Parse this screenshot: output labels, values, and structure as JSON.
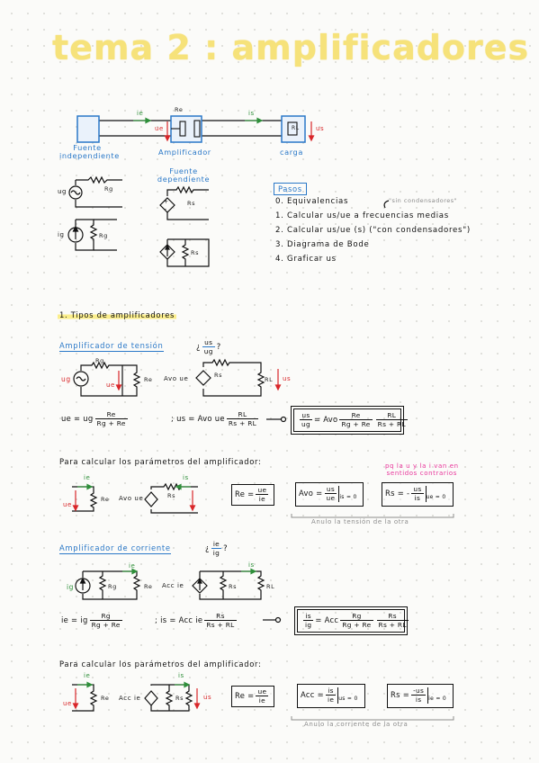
{
  "title": "tema 2 : amplificadores",
  "top_diagram": {
    "source_label": "Fuente independiente",
    "amp_label": "Amplificador",
    "load_label": "carga",
    "ie": "ie",
    "is": "is",
    "re": "Re",
    "rl": "RL",
    "ue": "ue",
    "us": "us",
    "dep_source_label": "Fuente dependiente",
    "rg": "Rg",
    "ug": "ug",
    "ig": "ig",
    "rs": "Rs"
  },
  "pasos": {
    "heading": "Pasos",
    "note_top": "\"sin condensadores\"",
    "steps": [
      "0. Equivalencias",
      "1. Calcular us/ue a frecuencias medias",
      "2. Calcular us/ue (s)  (\"con condensadores\")",
      "3. Diagrama de Bode",
      "4. Graficar us"
    ]
  },
  "section1": {
    "heading": "1. Tipos de amplificadores",
    "tension": {
      "heading": "Amplificador de tensión",
      "ratio_q": "¿ us/ug ?",
      "ratio_n": "us",
      "ratio_d": "ug",
      "avo": "Avo ue",
      "f1_lhs": "ue = ug",
      "f1_n": "Re",
      "f1_d": "Rg + Re",
      "f2_lhs": "; us = Avo ue",
      "f2_n": "RL",
      "f2_d": "Rs + RL",
      "result_lhs_n": "us",
      "result_lhs_d": "ug",
      "result_mid": "= Avo",
      "result_n1": "Re",
      "result_d1": "Rg + Re",
      "result_n2": "RL",
      "result_d2": "Rs + RL",
      "params_heading": "Para calcular los parámetros del amplificador:",
      "pink_note_1": "pq la u y la i van en",
      "pink_note_2": "sentidos contrarios",
      "p1": "Re =",
      "p1_n": "ue",
      "p1_d": "ie",
      "p2": "Avo =",
      "p2_n": "us",
      "p2_d": "ue",
      "p2_cond": "is = 0",
      "p3": "Rs = -",
      "p3_n": "us",
      "p3_d": "is",
      "p3_cond": "ue = 0",
      "anulo_note": "Anulo la tensión de la otra"
    },
    "corriente": {
      "heading": "Amplificador de corriente",
      "ratio_n": "ie",
      "ratio_d": "ig",
      "acc": "Acc ie",
      "f1_lhs": "ie = ig",
      "f1_n": "Rg",
      "f1_d": "Rg + Re",
      "f2_lhs": "; is = Acc ie",
      "f2_n": "Rs",
      "f2_d": "Rs + RL",
      "result_lhs_n": "is",
      "result_lhs_d": "ig",
      "result_mid": "= Acc",
      "result_n1": "Rg",
      "result_d1": "Rg + Re",
      "result_n2": "Rs",
      "result_d2": "Rs + RL",
      "params_heading": "Para calcular los parámetros del amplificador:",
      "p1": "Re =",
      "p1_n": "ue",
      "p1_d": "ie",
      "p2": "Acc =",
      "p2_n": "is",
      "p2_d": "ie",
      "p2_cond": "us = 0",
      "p3": "Rs =",
      "p3_n": "-us",
      "p3_d": "is",
      "p3_cond": "ie = 0",
      "anulo_note": "Anulo la corriente de la otra"
    }
  },
  "colors": {
    "title": "#f6e27a",
    "blue": "#2a78c8",
    "red": "#d9272a",
    "green": "#2f8f3a",
    "pink": "#e8349a",
    "highlight": "#fbee8c"
  }
}
